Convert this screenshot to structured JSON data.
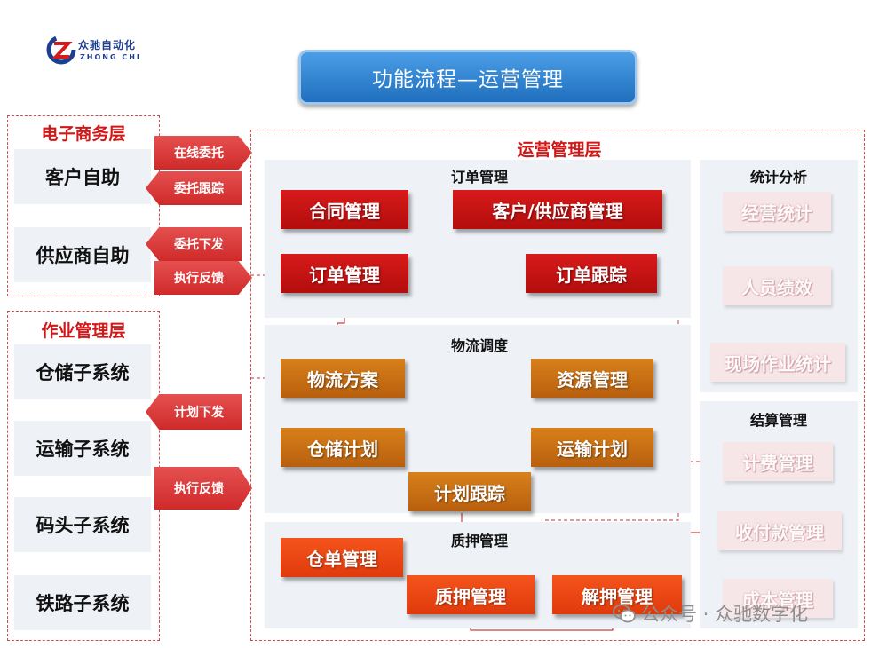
{
  "logo": {
    "cn": "众驰自动化",
    "en": "ZHONG CHI"
  },
  "title": "功能流程—运营管理",
  "ecommerce": {
    "title": "电子商务层",
    "items": [
      "客户自助",
      "供应商自助"
    ]
  },
  "operations_layer": {
    "title": "作业管理层",
    "items": [
      "仓储子系统",
      "运输子系统",
      "码头子系统",
      "铁路子系统"
    ]
  },
  "arrows": {
    "online_entrust": "在线委托",
    "entrust_track": "委托跟踪",
    "entrust_issue": "委托下发",
    "exec_feedback_1": "执行反馈",
    "plan_issue": "计划下发",
    "exec_feedback_2": "执行反馈"
  },
  "ops_mgmt": {
    "title": "运营管理层",
    "order": {
      "title": "订单管理",
      "contract": "合同管理",
      "customer_supplier": "客户/供应商管理",
      "order": "订单管理",
      "order_track": "订单跟踪"
    },
    "logistics": {
      "title": "物流调度",
      "plan": "物流方案",
      "resource": "资源管理",
      "storage_plan": "仓储计划",
      "transport_plan": "运输计划",
      "plan_track": "计划跟踪"
    },
    "pledge": {
      "title": "质押管理",
      "warehouse_receipt": "仓单管理",
      "pledge": "质押管理",
      "release": "解押管理"
    }
  },
  "stats": {
    "title": "统计分析",
    "items": [
      "经营统计",
      "人员绩效",
      "现场作业统计"
    ]
  },
  "settlement": {
    "title": "结算管理",
    "items": [
      "计费管理",
      "收付款管理",
      "成本管理"
    ]
  },
  "watermark": "公众号 · 众驰数字化",
  "colors": {
    "red": "#c41212",
    "orange": "#c86d14",
    "orangered": "#ee4814",
    "blue": "#2a7fd0"
  }
}
